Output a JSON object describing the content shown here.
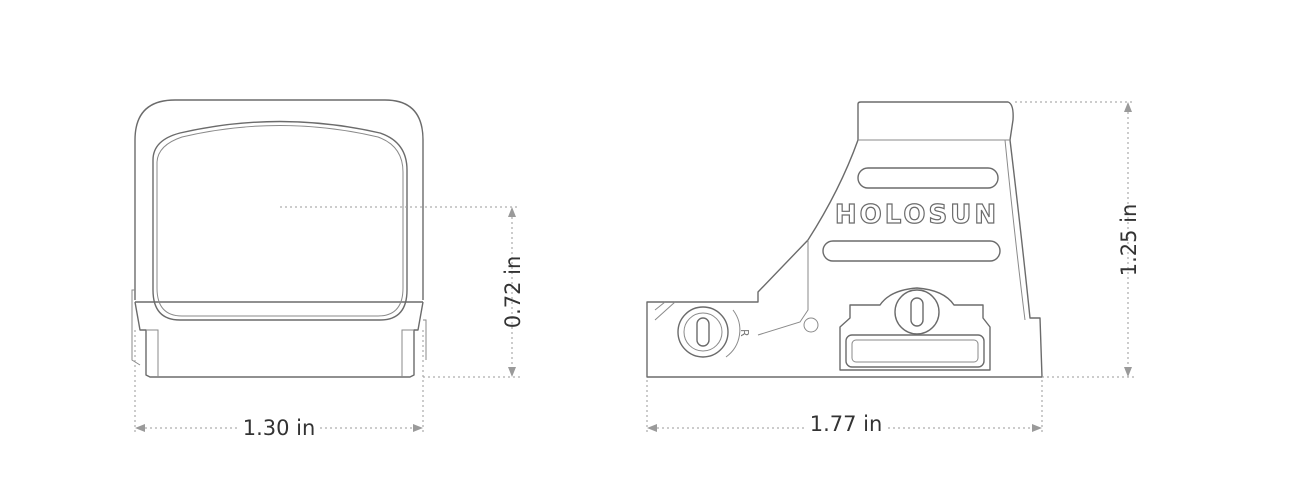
{
  "front_view": {
    "width_label": "1.30 in",
    "window_height_label": "0.72 in"
  },
  "side_view": {
    "length_label": "1.77 in",
    "height_label": "1.25 in",
    "logo_text": "HOLOSUN",
    "knob_mark": "R"
  },
  "colors": {
    "outline": "#6b6b6b",
    "dimension": "#9a9a9a",
    "text": "#333333"
  }
}
